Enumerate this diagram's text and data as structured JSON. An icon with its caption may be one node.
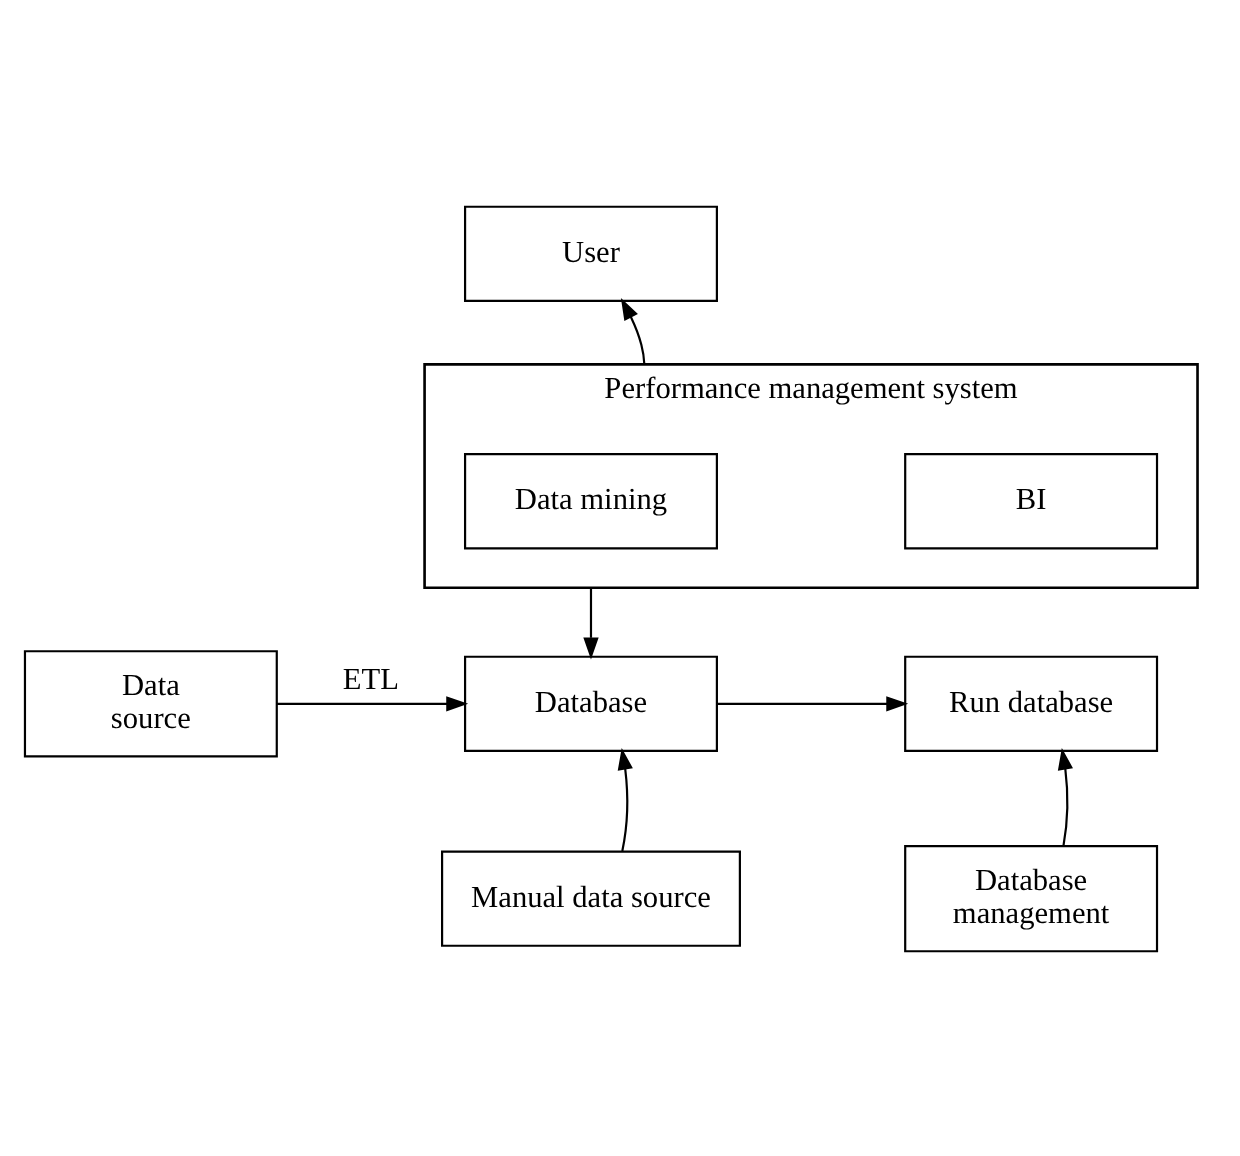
{
  "diagram": {
    "nodes": [
      {
        "text": [
          "User"
        ]
      },
      {
        "text": [
          "Performance management system"
        ]
      },
      {
        "text": [
          "Data mining"
        ],
        "in": 1
      },
      {
        "text": [
          "BI"
        ],
        "in": 1
      },
      {
        "text": [
          "Data source"
        ]
      },
      {
        "text": [
          "Database"
        ]
      },
      {
        "text": [
          "Run database"
        ]
      },
      {
        "text": [
          "Manual data source"
        ]
      },
      {
        "text": [
          "Database management"
        ]
      }
    ],
    "edges": [
      {
        "from": 1,
        "to": 0,
        "arrow": "to"
      },
      {
        "from": 1,
        "to": 5,
        "arrow": "to"
      },
      {
        "from": 4,
        "to": 5,
        "label": "ETL",
        "arrow": "to"
      },
      {
        "from": 5,
        "to": 6,
        "arrow": "to"
      },
      {
        "from": 7,
        "to": 5,
        "arrow": "to"
      },
      {
        "from": 8,
        "to": 6,
        "arrow": "to"
      }
    ]
  }
}
